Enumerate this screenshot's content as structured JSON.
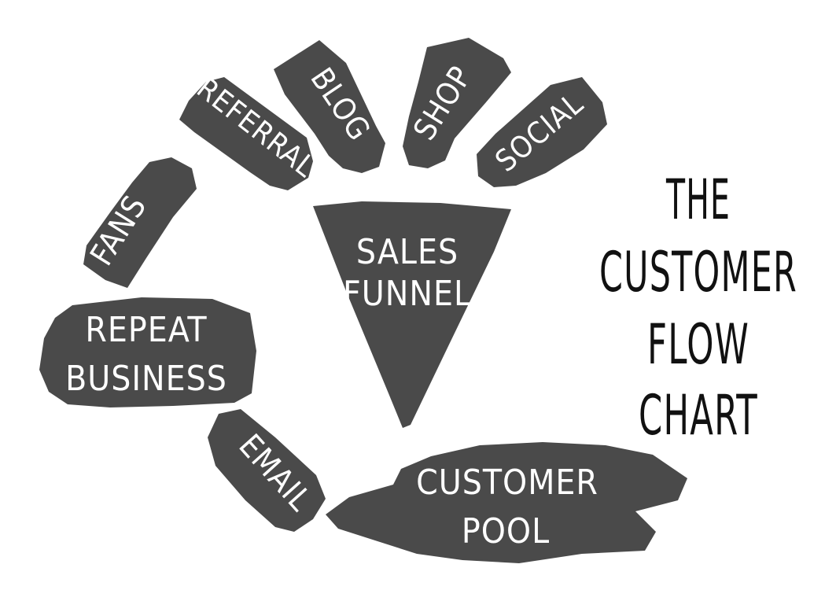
{
  "colors": {
    "shape": "#4a4a4a",
    "label": "#ffffff",
    "title": "#111111",
    "background": "#ffffff"
  },
  "title": {
    "line1": "THE",
    "line2": "CUSTOMER",
    "line3": "FLOW",
    "line4": "CHART"
  },
  "sources": {
    "referral": "REFERRAL",
    "blog": "BLOG",
    "shop": "SHOP",
    "social": "SOCIAL"
  },
  "funnel": {
    "line1": "SALES",
    "line2": "FUNNEL"
  },
  "pool": {
    "line1": "CUSTOMER",
    "line2": "POOL"
  },
  "email": "EMAIL",
  "repeat": {
    "line1": "REPEAT",
    "line2": "BUSINESS"
  },
  "fans": "FANS"
}
